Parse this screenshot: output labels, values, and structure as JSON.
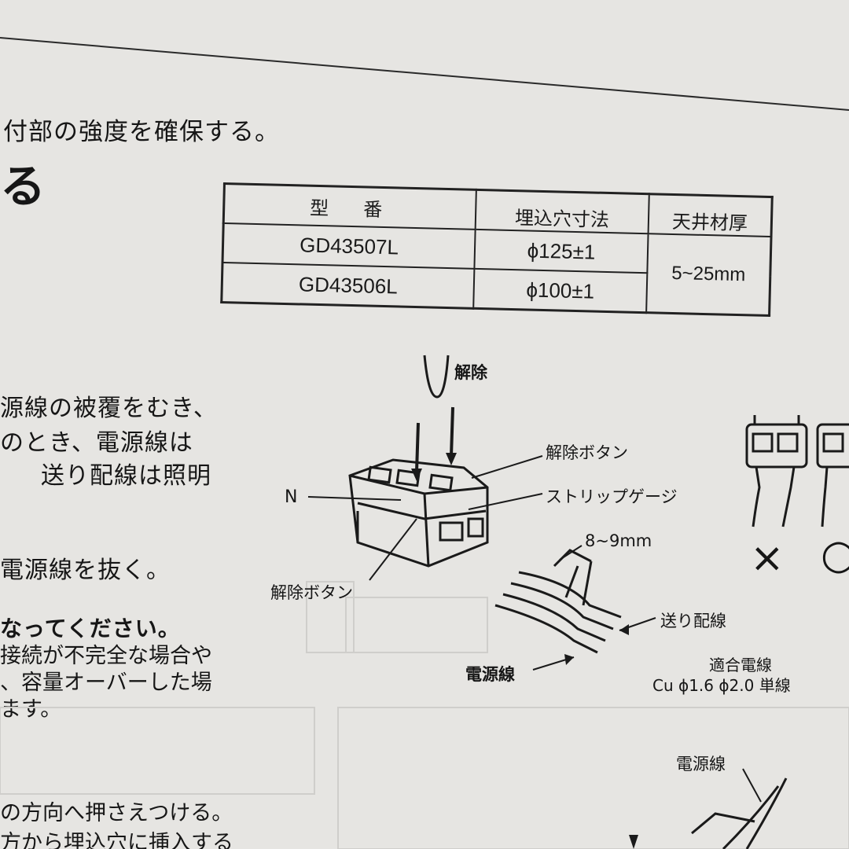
{
  "heading_fragment": "る",
  "lines_top": [
    "付部の強度を確保する。"
  ],
  "spec_table": {
    "header_model": "型　番",
    "header_hole": "埋込穴寸法",
    "header_ceiling": "天井材厚",
    "rows": [
      {
        "model": "GD43507L",
        "hole": "ϕ125±1"
      },
      {
        "model": "GD43506L",
        "hole": "ϕ100±1"
      }
    ],
    "ceiling_value": "5~25mm"
  },
  "left_text_mid": [
    "源線の被覆をむき、",
    "のとき、電源線は",
    "送り配線は照明"
  ],
  "left_text_pull": "電源線を抜く。",
  "left_text_caution": [
    "なってください。",
    "接続が不完全な場合や",
    "、容量オーバーした場",
    "ます。"
  ],
  "left_text_bottom": [
    "の方向へ押さえつける。",
    "方から埋込穴に挿入する"
  ],
  "diagram": {
    "release": "解除",
    "release_button_top": "解除ボタン",
    "strip_gauge": "ストリップゲージ",
    "neutral": "N",
    "release_button_bottom": "解除ボタン",
    "strip_length": "8~9mm",
    "feed_wire": "送り配線",
    "power_wire": "電源線",
    "compatible_title": "適合電線",
    "compatible_spec": "Cu ϕ1.6 ϕ2.0 単線",
    "power_wire_bottom": "電源線",
    "wrong_mark": "×",
    "right_mark": "○"
  }
}
